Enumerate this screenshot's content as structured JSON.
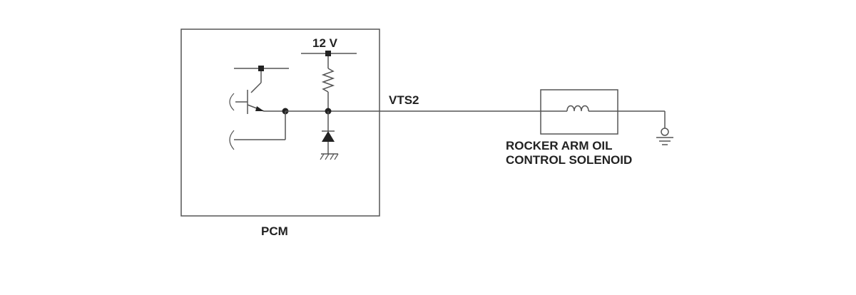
{
  "labels": {
    "supply_voltage": "12 V",
    "signal_line": "VTS2",
    "solenoid_line1": "ROCKER ARM OIL",
    "solenoid_line2": "CONTROL SOLENOID",
    "module": "PCM"
  },
  "components": {
    "transistor": "npn-transistor-icon",
    "resistor": "resistor-icon",
    "diode": "diode-icon",
    "coil": "coil-icon",
    "ground": "ground-icon",
    "chassis_ground": "chassis-ground-icon"
  },
  "colors": {
    "line": "#555555",
    "text": "#222222",
    "background": "#ffffff"
  }
}
